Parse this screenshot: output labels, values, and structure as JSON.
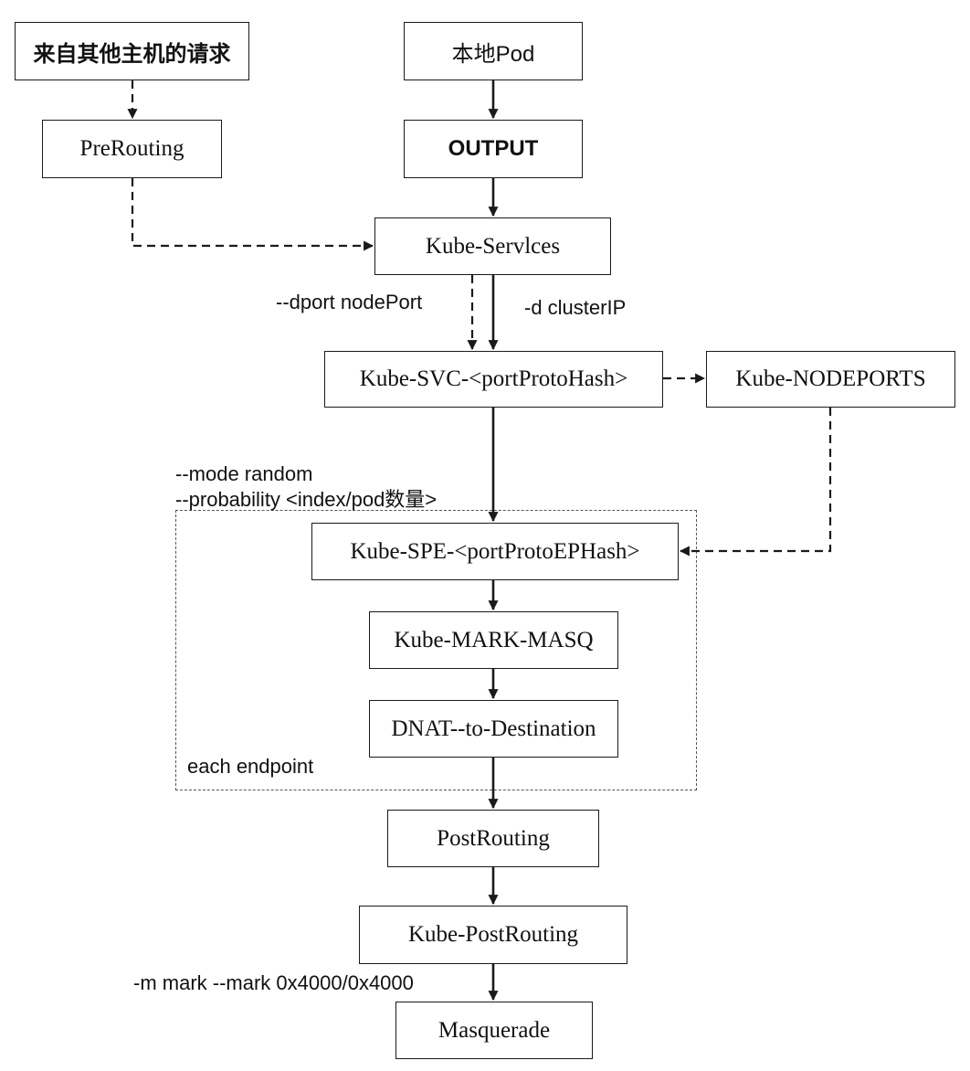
{
  "nodes": {
    "remote_request": "来自其他主机的请求",
    "local_pod": "本地Pod",
    "prerouting": "PreRouting",
    "output": "OUTPUT",
    "kube_services": "Kube-Servlces",
    "kube_svc": "Kube-SVC-<portProtoHash>",
    "kube_nodeports": "Kube-NODEPORTS",
    "kube_spe": "Kube-SPE-<portProtoEPHash>",
    "kube_mark_masq": "Kube-MARK-MASQ",
    "dnat": "DNAT--to-Destination",
    "postrouting": "PostRouting",
    "kube_postrouting": "Kube-PostRouting",
    "masquerade": "Masquerade"
  },
  "labels": {
    "dport_nodeport": "--dport nodePort",
    "d_clusterip": "-d clusterIP",
    "mode_random": "--mode random",
    "probability": "--probability <index/pod数量>",
    "each_endpoint": "each endpoint",
    "mark": "-m mark --mark 0x4000/0x4000"
  },
  "colors": {
    "stroke": "#1a1a1a",
    "group_border": "#555555",
    "background": "#ffffff"
  }
}
